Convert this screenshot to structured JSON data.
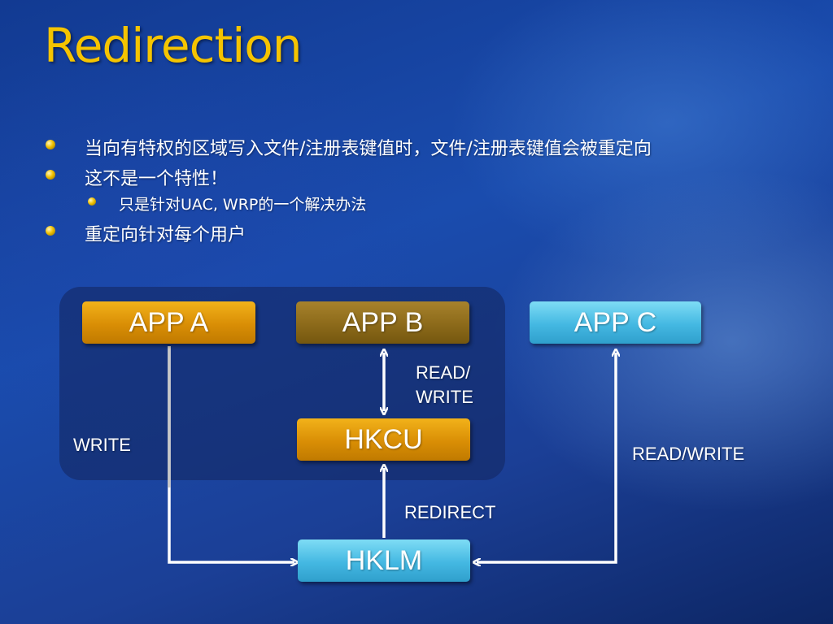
{
  "slide": {
    "title": "Redirection",
    "bullets": [
      {
        "level": 1,
        "text": "当向有特权的区域写入文件/注册表键值时，文件/注册表键值会被重定向"
      },
      {
        "level": 1,
        "text": "这不是一个特性！"
      },
      {
        "level": 2,
        "text": "只是针对UAC, WRP的一个解决办法"
      },
      {
        "level": 1,
        "text": "重定向针对每个用户"
      }
    ]
  },
  "diagram": {
    "nodes": {
      "app_a": "APP A",
      "app_b": "APP B",
      "app_c": "APP C",
      "hkcu": "HKCU",
      "hklm": "HKLM"
    },
    "edge_labels": {
      "app_b_hkcu_line1": "READ/",
      "app_b_hkcu_line2": "WRITE",
      "app_a_hklm": "WRITE",
      "app_c_hklm": "READ/WRITE",
      "hklm_hkcu": "REDIRECT"
    },
    "colors": {
      "title": "#f5c400",
      "node_gold": "#e09a0a",
      "node_brown": "#8c6a1a",
      "node_cyan": "#44b8e2",
      "arrow": "#ffffff",
      "app_a_line": "#c8c8c8"
    }
  }
}
